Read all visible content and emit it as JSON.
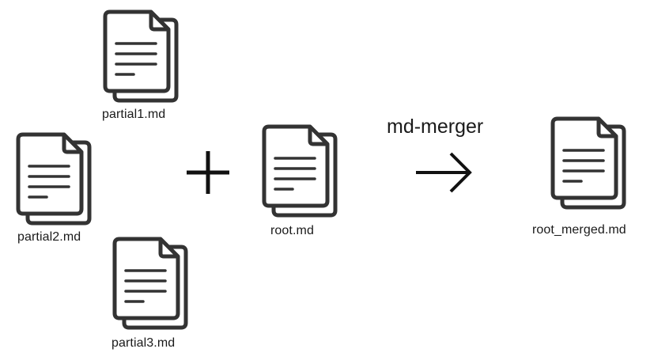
{
  "files": {
    "partial1": "partial1.md",
    "partial2": "partial2.md",
    "partial3": "partial3.md",
    "root": "root.md",
    "merged": "root_merged.md"
  },
  "tool": {
    "name": "md-merger"
  },
  "icons": {
    "file": "document-icon",
    "plus": "plus-icon",
    "arrow": "arrow-right-icon"
  },
  "colors": {
    "stroke": "#333333",
    "text": "#1a1a1a",
    "background": "#ffffff"
  }
}
